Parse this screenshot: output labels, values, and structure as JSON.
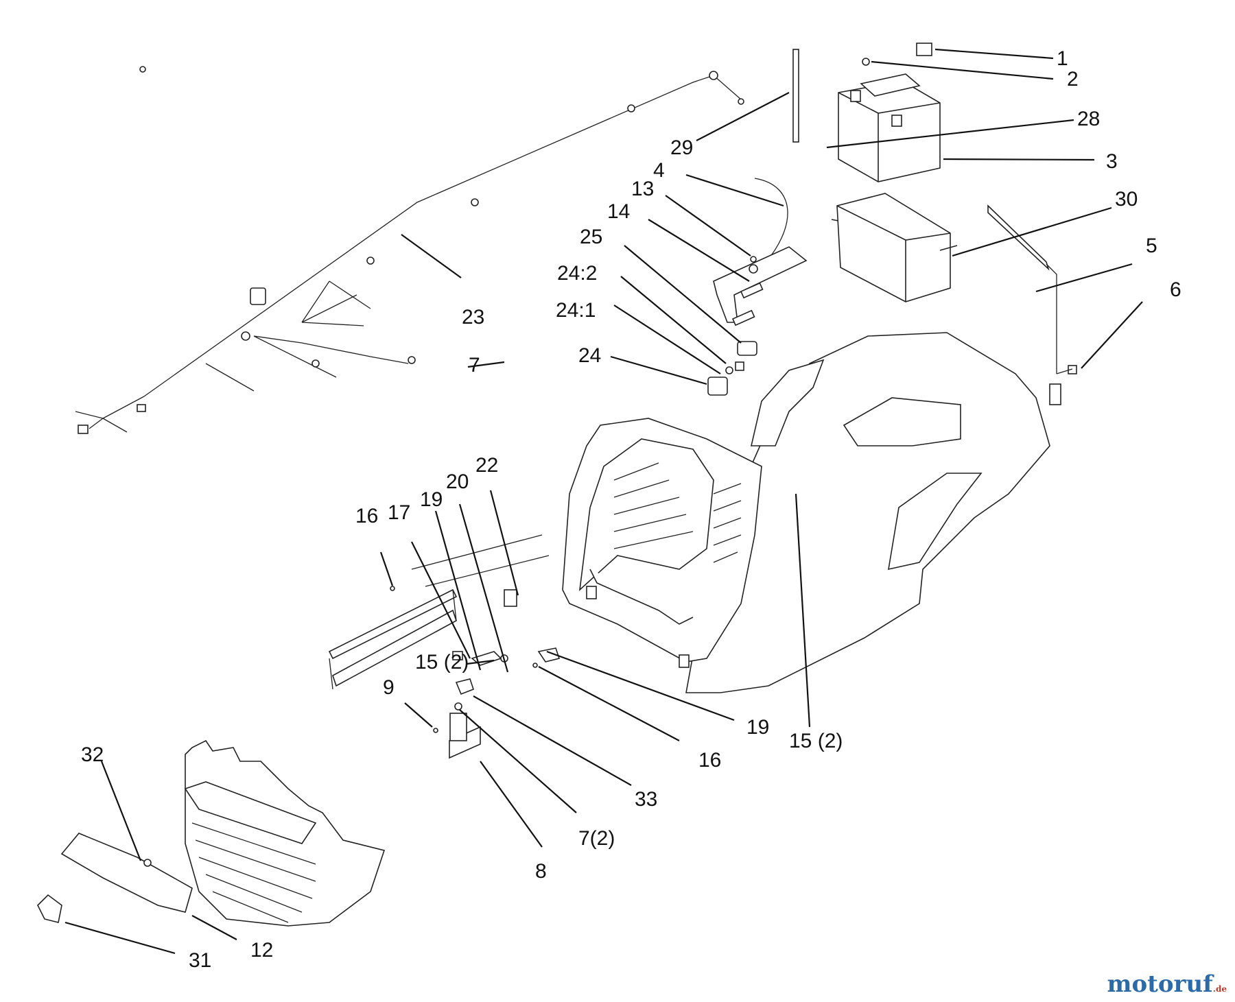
{
  "callouts": [
    {
      "id": "c1",
      "text": "1"
    },
    {
      "id": "c2",
      "text": "2"
    },
    {
      "id": "c28",
      "text": "28"
    },
    {
      "id": "c3",
      "text": "3"
    },
    {
      "id": "c29",
      "text": "29"
    },
    {
      "id": "c4",
      "text": "4"
    },
    {
      "id": "c13",
      "text": "13"
    },
    {
      "id": "c14",
      "text": "14"
    },
    {
      "id": "c30",
      "text": "30"
    },
    {
      "id": "c25",
      "text": "25"
    },
    {
      "id": "c5",
      "text": "5"
    },
    {
      "id": "c242",
      "text": "24:2"
    },
    {
      "id": "c6",
      "text": "6"
    },
    {
      "id": "c241",
      "text": "24:1"
    },
    {
      "id": "c23",
      "text": "23"
    },
    {
      "id": "c24",
      "text": "24"
    },
    {
      "id": "c7",
      "text": "7"
    },
    {
      "id": "c22",
      "text": "22"
    },
    {
      "id": "c20",
      "text": "20"
    },
    {
      "id": "c19a",
      "text": "19"
    },
    {
      "id": "c16a",
      "text": "16"
    },
    {
      "id": "c17",
      "text": "17"
    },
    {
      "id": "c152a",
      "text": "15 (2)"
    },
    {
      "id": "c9",
      "text": "9"
    },
    {
      "id": "c19b",
      "text": "19"
    },
    {
      "id": "c152b",
      "text": "15 (2)"
    },
    {
      "id": "c16b",
      "text": "16"
    },
    {
      "id": "c32",
      "text": "32"
    },
    {
      "id": "c33",
      "text": "33"
    },
    {
      "id": "c72",
      "text": "7(2)"
    },
    {
      "id": "c8",
      "text": "8"
    },
    {
      "id": "c12",
      "text": "12"
    },
    {
      "id": "c31",
      "text": "31"
    }
  ],
  "watermark": {
    "brand": "motoruf",
    "suffix": ".de"
  },
  "colors": {
    "line": "#111111",
    "brand_blue": "#2c6aa8",
    "brand_orange": "#e08a1e",
    "brand_green": "#3e9b3e"
  }
}
